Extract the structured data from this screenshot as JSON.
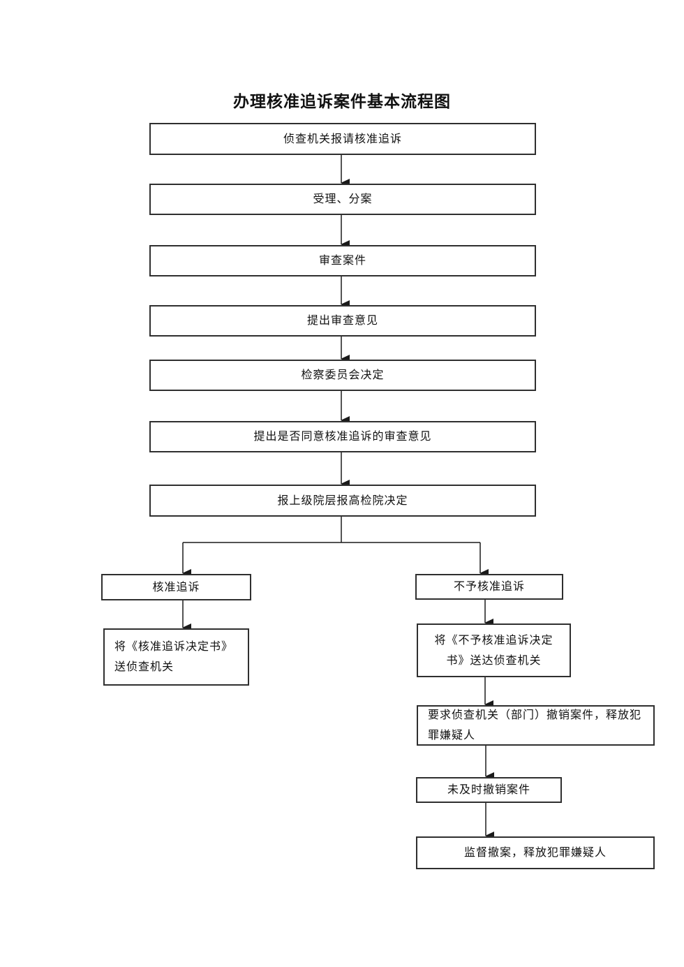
{
  "title": "办理核准追诉案件基本流程图",
  "flowchart": {
    "main_steps": [
      {
        "label": "侦查机关报请核准追诉"
      },
      {
        "label": "受理、分案"
      },
      {
        "label": "审查案件"
      },
      {
        "label": "提出审查意见"
      },
      {
        "label": "检察委员会决定"
      },
      {
        "label": "提出是否同意核准追诉的审查意见"
      },
      {
        "label": "报上级院层报高检院决定"
      }
    ],
    "approve_branch": {
      "decision": "核准追诉",
      "deliver_line1": "将《核准追诉决定书》",
      "deliver_line2": "送侦查机关"
    },
    "reject_branch": {
      "decision": "不予核准追诉",
      "deliver_line1": "将《不予核准追诉决定",
      "deliver_line2": "书》送达侦查机关",
      "demand_line1": "要求侦查机关（部门）撤销案件，释放犯",
      "demand_line2": "罪嫌疑人",
      "not_withdrawn": "未及时撤销案件",
      "supervise": "监督撤案，释放犯罪嫌疑人"
    },
    "colors": {
      "box_border": "#2f2f2f",
      "text": "#111111",
      "line": "#1a1a1a",
      "background": "#ffffff"
    }
  }
}
